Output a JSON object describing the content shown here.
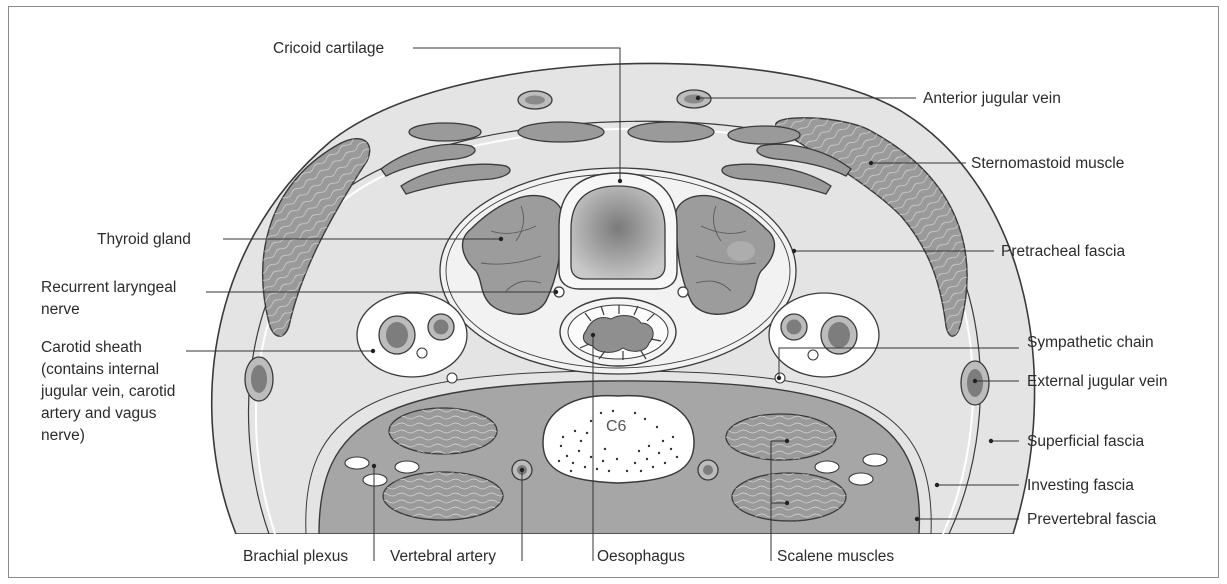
{
  "labels": {
    "cricoid_cartilage": "Cricoid cartilage",
    "anterior_jugular_vein": "Anterior jugular vein",
    "sternomastoid_muscle": "Sternomastoid muscle",
    "thyroid_gland": "Thyroid gland",
    "pretracheal_fascia": "Pretracheal fascia",
    "recurrent_laryngeal_nerve": [
      "Recurrent laryngeal",
      "nerve"
    ],
    "carotid_sheath": [
      "Carotid sheath",
      "(contains internal",
      "jugular vein, carotid",
      "artery and vagus",
      "nerve)"
    ],
    "sympathetic_chain": "Sympathetic chain",
    "external_jugular_vein": "External jugular vein",
    "superficial_fascia": "Superficial fascia",
    "investing_fascia": "Investing fascia",
    "prevertebral_fascia": "Prevertebral fascia",
    "brachial_plexus": "Brachial plexus",
    "vertebral_artery": "Vertebral artery",
    "oesophagus": "Oesophagus",
    "scalene_muscles": "Scalene muscles",
    "vertebra": "C6"
  },
  "colors": {
    "skin": "#e4e4e4",
    "muscle": "#9a9a9a",
    "prevertebral": "#a8a8a8",
    "outline": "#3a3a3a"
  }
}
